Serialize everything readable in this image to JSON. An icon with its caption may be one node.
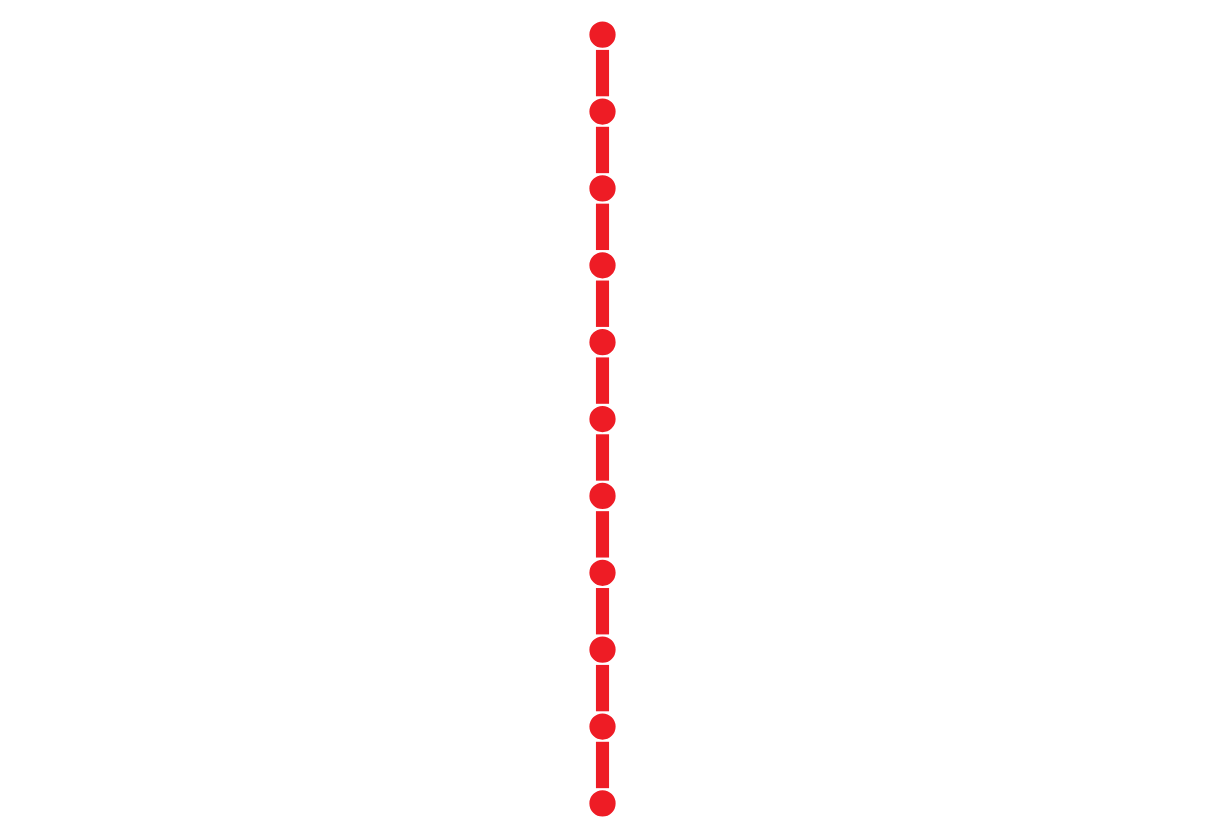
{
  "diagram": {
    "nodes": [
      {
        "text": [],
        "shape": "circle"
      },
      {
        "text": [],
        "shape": "circle"
      },
      {
        "text": [],
        "shape": "circle"
      },
      {
        "text": [],
        "shape": "circle"
      },
      {
        "text": [],
        "shape": "circle"
      },
      {
        "text": [],
        "shape": "circle"
      },
      {
        "text": [],
        "shape": "circle"
      },
      {
        "text": [],
        "shape": "circle"
      },
      {
        "text": [],
        "shape": "circle"
      },
      {
        "text": [],
        "shape": "circle"
      },
      {
        "text": [],
        "shape": "circle"
      }
    ],
    "edges": [
      {
        "from": 0,
        "to": 1,
        "arrow": "none"
      },
      {
        "from": 1,
        "to": 2,
        "arrow": "none"
      },
      {
        "from": 2,
        "to": 3,
        "arrow": "none"
      },
      {
        "from": 3,
        "to": 4,
        "arrow": "none"
      },
      {
        "from": 4,
        "to": 5,
        "arrow": "none"
      },
      {
        "from": 5,
        "to": 6,
        "arrow": "none"
      },
      {
        "from": 6,
        "to": 7,
        "arrow": "none"
      },
      {
        "from": 7,
        "to": 8,
        "arrow": "none"
      },
      {
        "from": 8,
        "to": 9,
        "arrow": "none"
      },
      {
        "from": 9,
        "to": 10,
        "arrow": "none"
      }
    ]
  }
}
